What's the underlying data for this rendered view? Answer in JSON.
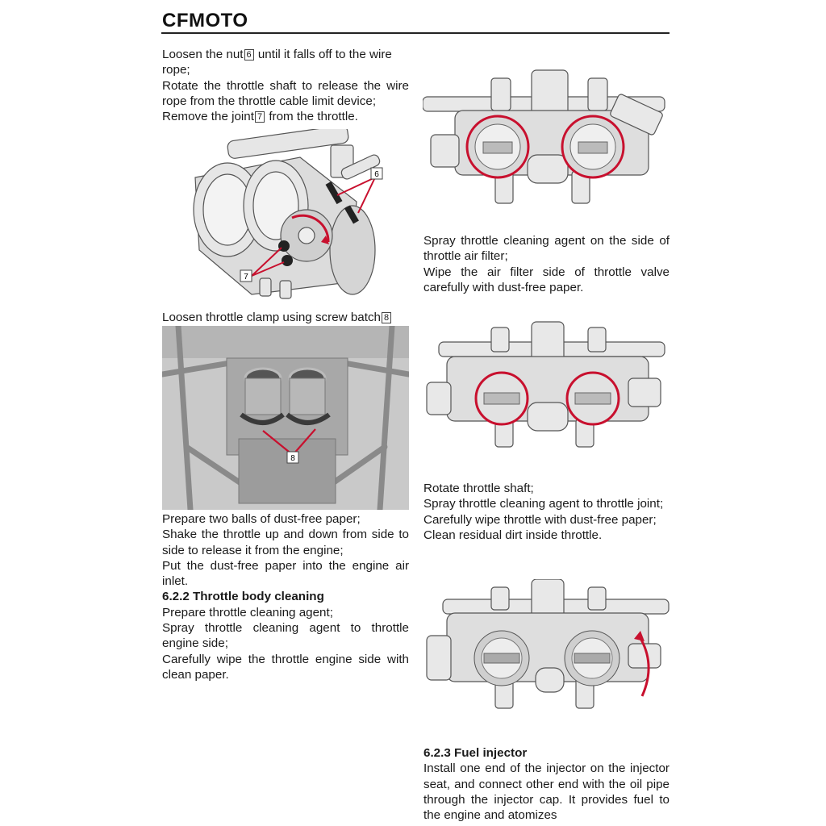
{
  "header": {
    "brand": "CFMOTO"
  },
  "left_col": {
    "b1": {
      "l1_pre": "Loosen the nut",
      "l1_ref": "6",
      "l1_post": " until it falls off to the wire rope;",
      "l2": "Rotate the throttle shaft to release the wire rope from the throttle cable limit device;",
      "l3_pre": "Remove the joint",
      "l3_ref": "7",
      "l3_post": " from the throttle."
    },
    "fig1": {
      "callout_a": "6",
      "callout_b": "7"
    },
    "b2": {
      "pre": "Loosen throttle clamp using screw batch",
      "ref": "8"
    },
    "fig2": {
      "callout": "8"
    },
    "b3": {
      "l1": "Prepare two balls of dust-free paper;",
      "l2": "Shake the throttle up and down from side to side to release it from the engine;",
      "l3": "Put the dust-free paper into the engine air inlet."
    },
    "s622": {
      "heading": "6.2.2 Throttle body cleaning",
      "l1": "Prepare throttle cleaning agent;",
      "l2": "Spray throttle cleaning agent to throttle engine side;",
      "l3": "Carefully wipe the throttle engine side with clean paper."
    }
  },
  "right_col": {
    "b1": {
      "l1": "Spray throttle cleaning agent on the side of throttle air filter;",
      "l2": "Wipe the air filter side of throttle valve carefully with dust-free paper."
    },
    "b2": {
      "l1": "Rotate throttle shaft;",
      "l2": "Spray throttle cleaning agent to throttle joint;",
      "l3": "Carefully wipe throttle with dust-free paper;",
      "l4": "Clean residual dirt inside throttle."
    },
    "s623": {
      "heading": "6.2.3 Fuel injector",
      "body": "Install one end of the injector on the injector seat, and connect other end with the oil pipe through the injector cap. It provides fuel to the engine and atomizes"
    }
  },
  "colors": {
    "text": "#1a1a1a",
    "highlight_red": "#c8102e",
    "drawing_line": "#555555",
    "drawing_fill": "#e6e6e6"
  }
}
